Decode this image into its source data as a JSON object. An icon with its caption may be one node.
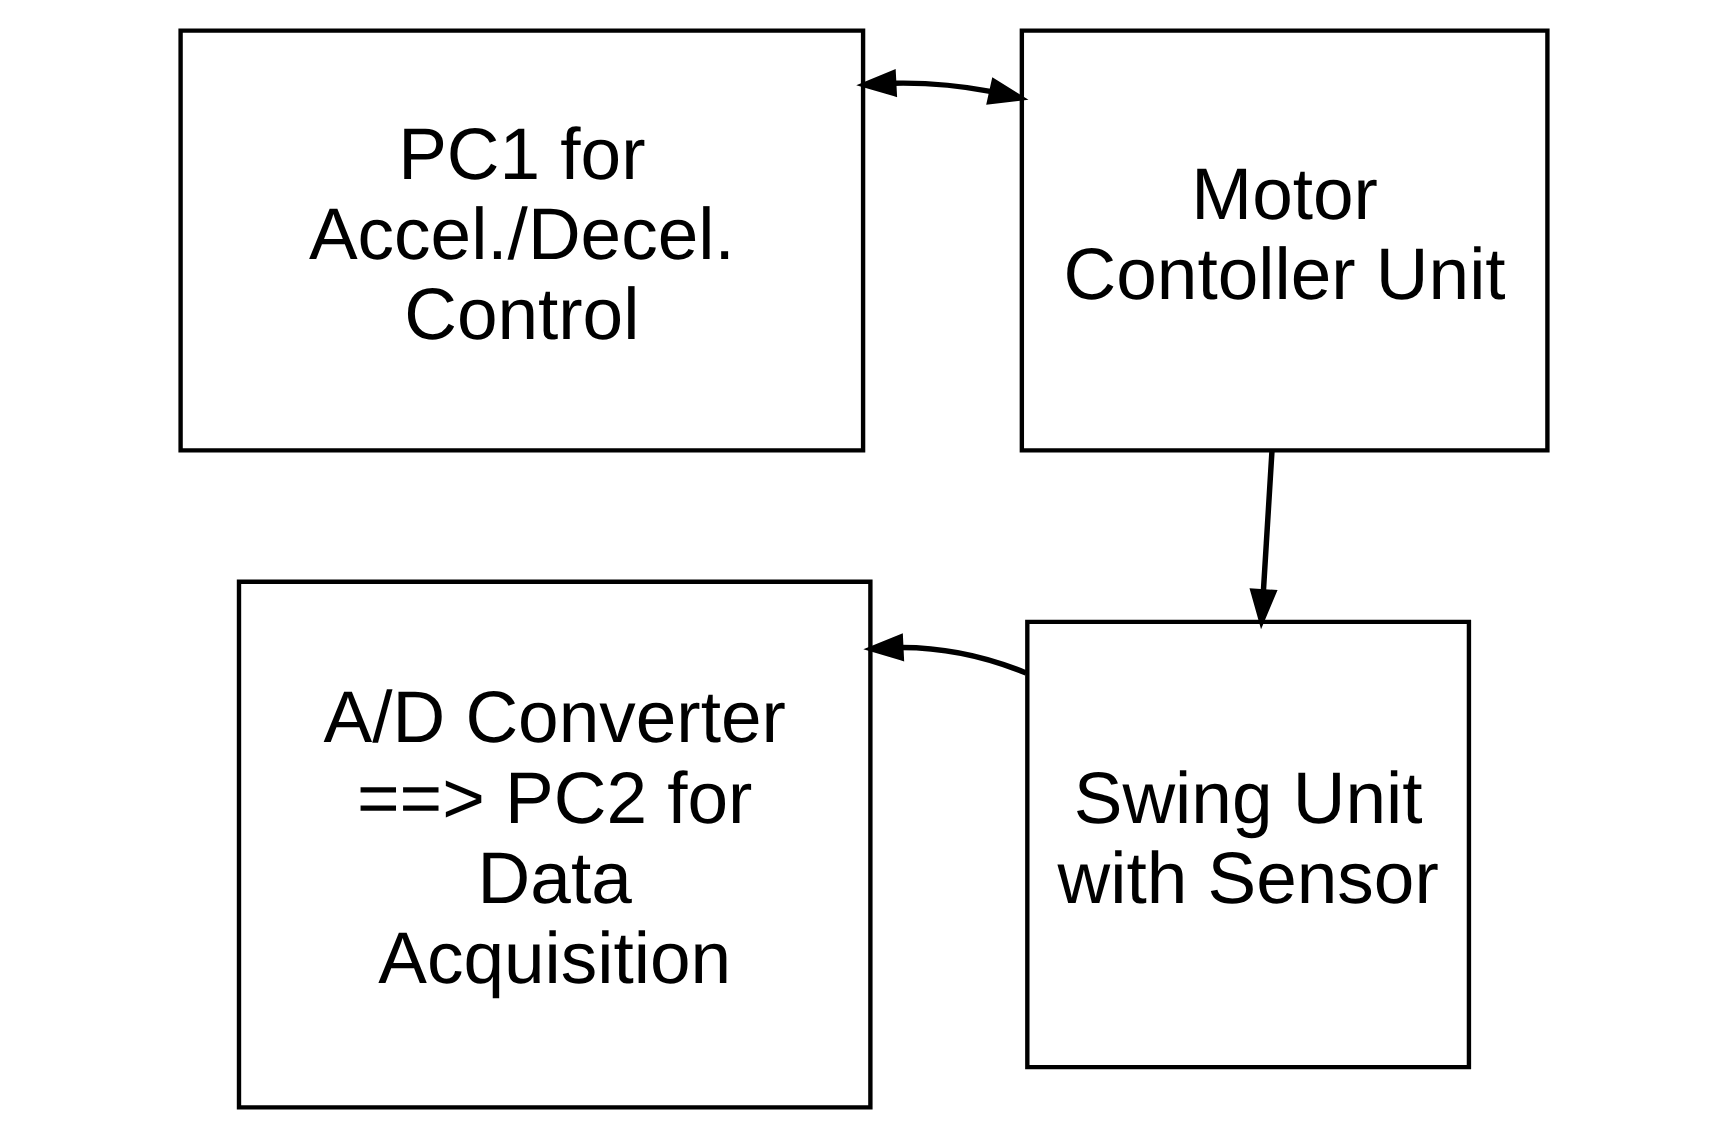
{
  "diagram": {
    "nodes": [
      {
        "text": [
          "PC1 for Accel./Decel. Control"
        ]
      },
      {
        "text": [
          "Motor Contoller Unit"
        ]
      },
      {
        "text": [
          "A/D Converter ==> PC2 for Data Acquisition"
        ]
      },
      {
        "text": [
          "Swing Unit with Sensor"
        ]
      }
    ],
    "edges": [
      {
        "from": 0,
        "to": 1,
        "arrow": "both"
      },
      {
        "from": 1,
        "to": 3,
        "arrow": "to"
      },
      {
        "from": 3,
        "to": 2,
        "arrow": "to"
      }
    ]
  }
}
